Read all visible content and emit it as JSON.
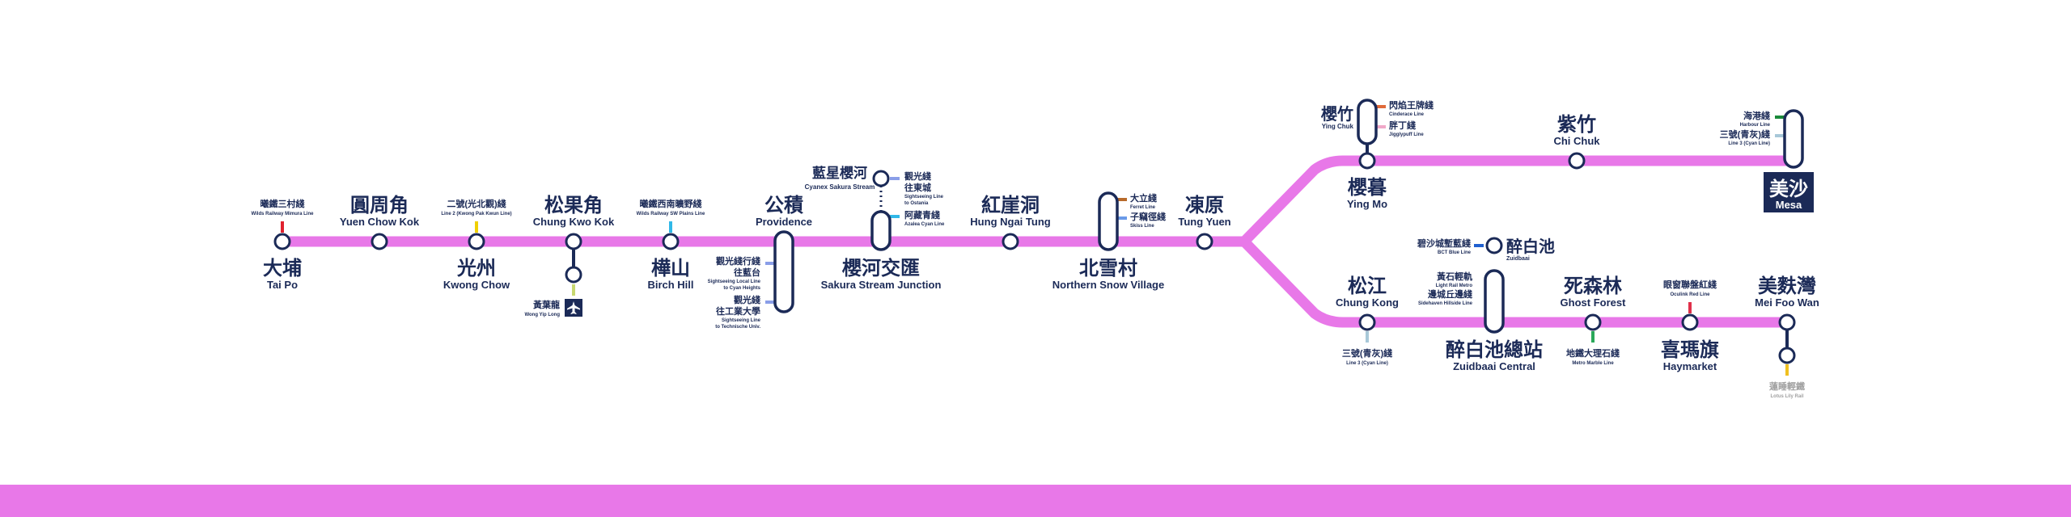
{
  "line": {
    "color": "#e878e8",
    "navy": "#1b2a57"
  },
  "stations": {
    "tai_po": {
      "cn": "大埔",
      "en": "Tai Po",
      "connection": {
        "cn": "曦鐵三村綫",
        "en": "Wilds Railway Mimura Line",
        "color": "#e0222e"
      }
    },
    "yuen_chow_kok": {
      "cn": "圓周角",
      "en": "Yuen Chow Kok"
    },
    "kwong_chow": {
      "cn": "光州",
      "en": "Kwong Chow",
      "connection": {
        "cn": "二號(光北觀)綫",
        "en": "Line 2 (Kwong Pak Kwun Line)",
        "color": "#f0d000"
      }
    },
    "chung_kwo_kok": {
      "cn": "松果角",
      "en": "Chung Kwo Kok"
    },
    "wong_yip_long": {
      "cn": "黃葉龍",
      "en": "Wong Yip Long",
      "connection_color": "#c8d870"
    },
    "birch_hill": {
      "cn": "樺山",
      "en": "Birch Hill",
      "connection": {
        "cn": "曦鐵西南曠野綫",
        "en": "Wilds Railway SW Plains Line",
        "color": "#30b8e8"
      }
    },
    "providence": {
      "cn": "公積",
      "en": "Providence",
      "connections": [
        {
          "cn": "觀光綫行綫",
          "cn2": "往藍台",
          "en": "Sightseeing Local Line",
          "en2": "to Cyan Heights",
          "color": "#8a9ee8"
        },
        {
          "cn": "觀光綫",
          "cn2": "往工業大學",
          "en": "Sightseeing Line",
          "en2": "to Technische Univ.",
          "color": "#8a9ee8"
        }
      ]
    },
    "sakura_stream_junction": {
      "cn": "櫻河交匯",
      "en": "Sakura Stream Junction",
      "cn_top": "藍星櫻河",
      "en_top": "Cyanex Sakura Stream",
      "connections": [
        {
          "cn": "觀光綫",
          "cn2": "往東城",
          "en": "Sightseeing Line",
          "en2": "to Ostania",
          "color": "#8a9ee8"
        },
        {
          "cn": "阿藏青綫",
          "en": "Azalea Cyan Line",
          "color": "#30b8e8"
        }
      ]
    },
    "hung_ngai_tung": {
      "cn": "紅崖洞",
      "en": "Hung Ngai Tung"
    },
    "northern_snow_village": {
      "cn": "北雪村",
      "en": "Northern Snow Village",
      "connections": [
        {
          "cn": "大立綫",
          "en": "Ferret Line",
          "color": "#b86a2a"
        },
        {
          "cn": "子竊徑綫",
          "en": "Skiss Line",
          "color": "#6a9ae8"
        }
      ]
    },
    "tung_yuen": {
      "cn": "凍原",
      "en": "Tung Yuen"
    },
    "ying_mo": {
      "cn": "櫻暮",
      "en": "Ying Mo"
    },
    "ying_chuk": {
      "cn": "櫻竹",
      "en": "Ying Chuk",
      "connections": [
        {
          "cn": "閃焰王牌綫",
          "en": "Cinderace Line",
          "color": "#e06a3a"
        },
        {
          "cn": "胖丁綫",
          "en": "Jigglypuff Line",
          "color": "#f0a8c8"
        }
      ]
    },
    "chi_chuk": {
      "cn": "紫竹",
      "en": "Chi Chuk"
    },
    "mesa": {
      "cn": "美沙",
      "en": "Mesa",
      "connections": [
        {
          "cn": "海港綫",
          "en": "Harbour Line",
          "color": "#1a8a3a"
        },
        {
          "cn": "三號(青灰)綫",
          "en": "Line 3 (Cyan Line)",
          "color": "#a8c8d8"
        }
      ]
    },
    "chung_kong": {
      "cn": "松江",
      "en": "Chung Kong",
      "connection": {
        "cn": "三號(青灰)綫",
        "en": "Line 3 (Cyan Line)",
        "color": "#a8c8d8"
      }
    },
    "zuidbaai": {
      "cn": "醉白池",
      "en": "Zuidbaai"
    },
    "zuidbaai_central": {
      "cn": "醉白池總站",
      "en": "Zuidbaai Central",
      "connections": [
        {
          "cn": "碧沙城塹藍綫",
          "en": "BCT Blue Line",
          "color": "#2060d0"
        },
        {
          "cn": "黃石輕軌",
          "en": "Light Rail Metro",
          "color": "#7ab848"
        },
        {
          "cn": "邊城丘邊綫",
          "en": "Sidehaven Hillside Line",
          "color": "#a0d0a0"
        }
      ]
    },
    "ghost_forest": {
      "cn": "死森林",
      "en": "Ghost Forest",
      "connection": {
        "cn": "地鐵大理石綫",
        "en": "Metro Marble Line",
        "color": "#2aa85a"
      }
    },
    "haymarket": {
      "cn": "喜瑪旗",
      "en": "Haymarket",
      "connection": {
        "cn": "眼窗聯盤紅綫",
        "en": "Oculink Red Line",
        "color": "#e0304a"
      }
    },
    "mei_foo_wan": {
      "cn": "美麩灣",
      "en": "Mei Foo Wan"
    },
    "lotus_lily": {
      "cn": "蓮睡輕鐵",
      "en": "Lotus Lily Rail",
      "color": "#f0c020"
    }
  }
}
